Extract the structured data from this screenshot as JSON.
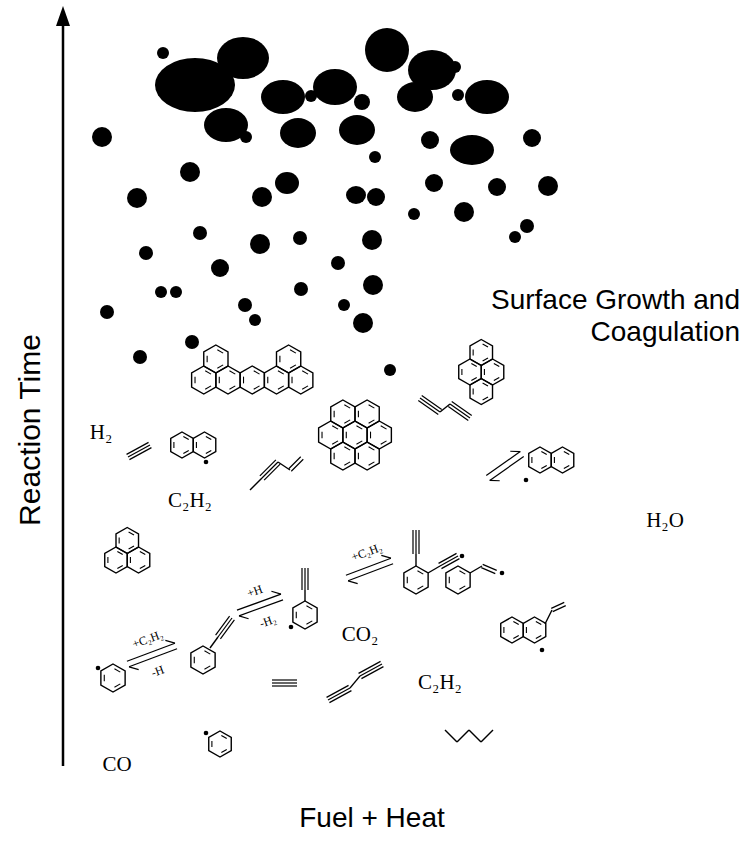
{
  "diagram": {
    "labels": [
      "Surface Growth and Coagulation",
      "H₂",
      "C₂H₂",
      "H₂O",
      "Reaction Time",
      "+C₂H₂",
      "-H",
      "+H",
      "-H₂",
      "+C₂H₂",
      "CO₂",
      "C₂H₂",
      "CO",
      "Fuel + Heat"
    ]
  }
}
